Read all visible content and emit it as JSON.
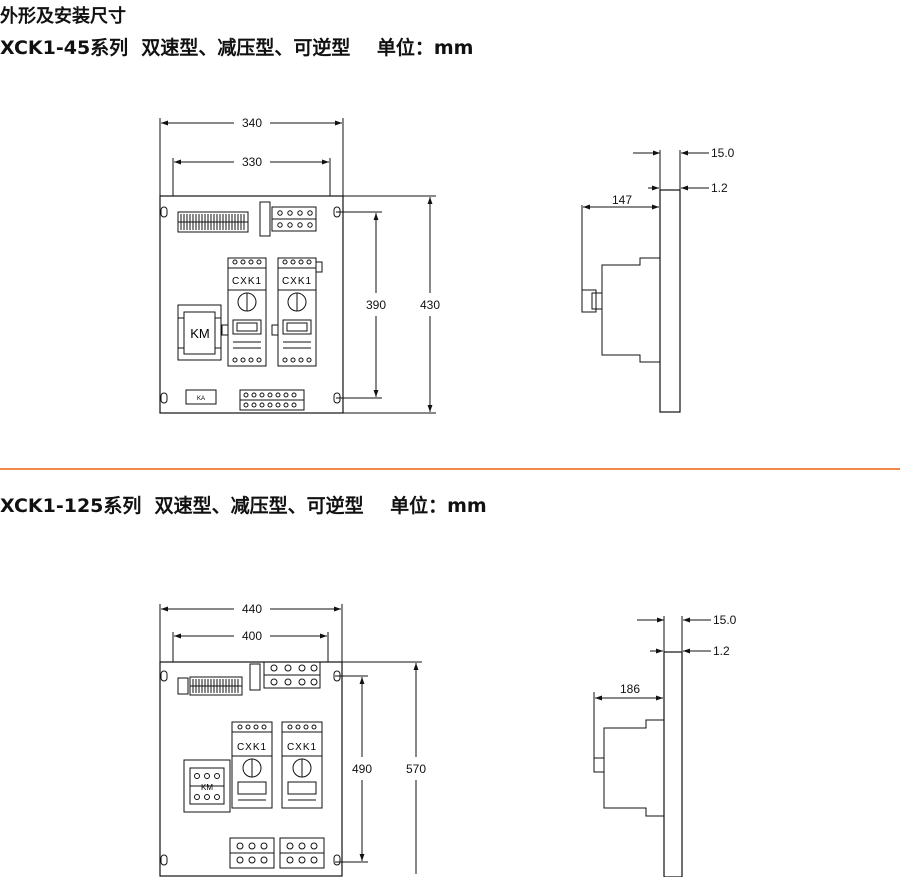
{
  "headings": {
    "main": "外形及安装尺寸",
    "series1": "XCK1-45系列  双速型、减压型、可逆型    单位：mm",
    "series2": "XCK1-125系列  双速型、减压型、可逆型    单位：mm"
  },
  "diagram1": {
    "width_outer": "340",
    "width_mount": "330",
    "height_mount": "390",
    "height_outer": "430",
    "depth": "147",
    "flange": "15.0",
    "plate": "1.2",
    "labels": {
      "module_a": "CXK1",
      "module_b": "CXK1",
      "contactor": "KM",
      "relay": "KA"
    }
  },
  "diagram2": {
    "width_outer": "440",
    "width_mount": "400",
    "height_mount": "490",
    "height_outer": "570",
    "depth": "186",
    "flange": "15.0",
    "plate": "1.2",
    "labels": {
      "module_a": "CXK1",
      "module_b": "CXK1",
      "contactor": "KM"
    }
  },
  "colors": {
    "line": "#111111",
    "divider": "#f08a4b"
  }
}
